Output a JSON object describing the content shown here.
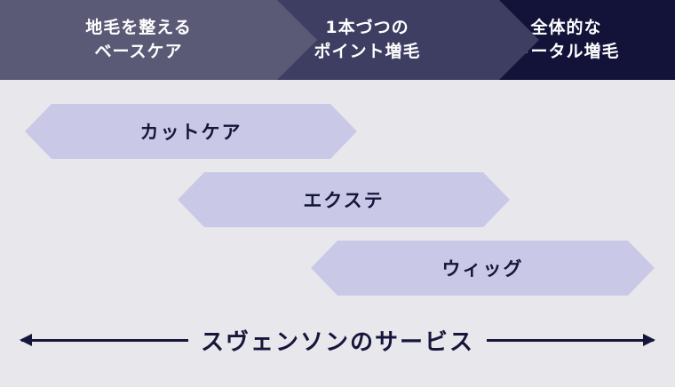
{
  "header": {
    "segments": [
      {
        "line1": "地毛を整える",
        "line2": "ベースケア",
        "color": "#5a5a76"
      },
      {
        "line1": "1本づつの",
        "line2": "ポイント増毛",
        "color": "#3e3e62"
      },
      {
        "line1": "全体的な",
        "line2": "トータル増毛",
        "color": "#13133a"
      }
    ]
  },
  "services": [
    {
      "label": "カットケア"
    },
    {
      "label": "エクステ"
    },
    {
      "label": "ウィッグ"
    }
  ],
  "footer": {
    "label": "スヴェンソンのサービス"
  },
  "colors": {
    "background": "#e8e8ec",
    "service_band": "#c9c9e7",
    "axis": "#16163c",
    "header_text": "#ffffff",
    "band_text": "#16163c"
  }
}
